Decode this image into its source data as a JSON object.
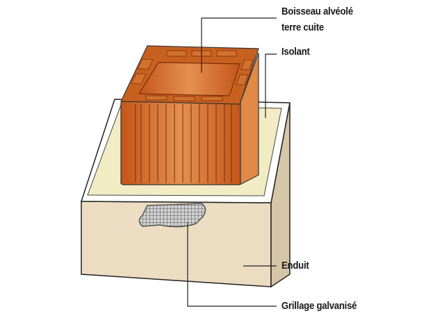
{
  "labels": {
    "flue_block_line1": "Boisseau alvéolé",
    "flue_block_line2": "terre cuite",
    "insulation": "Isolant",
    "render": "Enduit",
    "mesh": "Grillage galvanisé"
  },
  "colors": {
    "brick": "#c8601f",
    "brick_light": "#e08a45",
    "insulation": "#f2ecc4",
    "render": "#ecdcc2",
    "render_side": "#d6c6a8",
    "mesh": "#7a7a7a"
  }
}
